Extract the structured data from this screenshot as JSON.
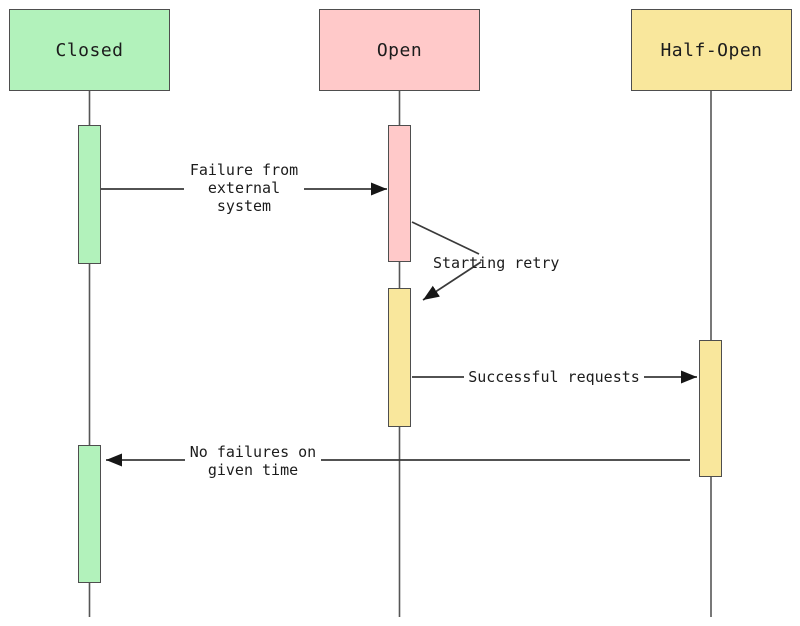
{
  "diagram": {
    "type": "sequence",
    "actors": [
      {
        "id": "closed",
        "label": "Closed",
        "fill": "#b2f2bb"
      },
      {
        "id": "open",
        "label": "Open",
        "fill": "#ffc9c9"
      },
      {
        "id": "half-open",
        "label": "Half-Open",
        "fill": "#f9e79c"
      }
    ],
    "messages": [
      {
        "from": "Closed",
        "to": "Open",
        "label": "Failure from external system"
      },
      {
        "from": "Open",
        "to": "Open",
        "label": "Starting retry"
      },
      {
        "from": "Open",
        "to": "Half-Open",
        "label": "Successful requests"
      },
      {
        "from": "Half-Open",
        "to": "Closed",
        "label": "No failures on given time"
      }
    ],
    "colors": {
      "background": "#ffffff",
      "stroke": "#4e4e4e",
      "line": "#3a3a3a",
      "arrowhead": "#161616",
      "text": "#1c1c1c"
    }
  }
}
